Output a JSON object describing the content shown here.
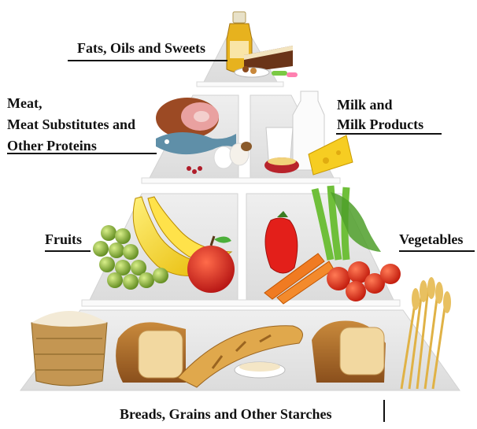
{
  "pyramid": {
    "levels": [
      {
        "id": "fats",
        "lines": [
          "Fats, Oils and Sweets"
        ]
      },
      {
        "id": "meat",
        "lines": [
          "Meat,",
          "Meat Substitutes and",
          "Other Proteins"
        ]
      },
      {
        "id": "milk",
        "lines": [
          "Milk and",
          "Milk Products"
        ]
      },
      {
        "id": "fruits",
        "lines": [
          "Fruits"
        ]
      },
      {
        "id": "vegetables",
        "lines": [
          "Vegetables"
        ]
      },
      {
        "id": "grains",
        "lines": [
          "Breads, Grains and Other Starches"
        ]
      }
    ]
  },
  "colors": {
    "pyramid_face": "#ececec",
    "pyramid_edge": "#d2d2d2",
    "shelf": "#fafafa",
    "label_text": "#111111"
  }
}
